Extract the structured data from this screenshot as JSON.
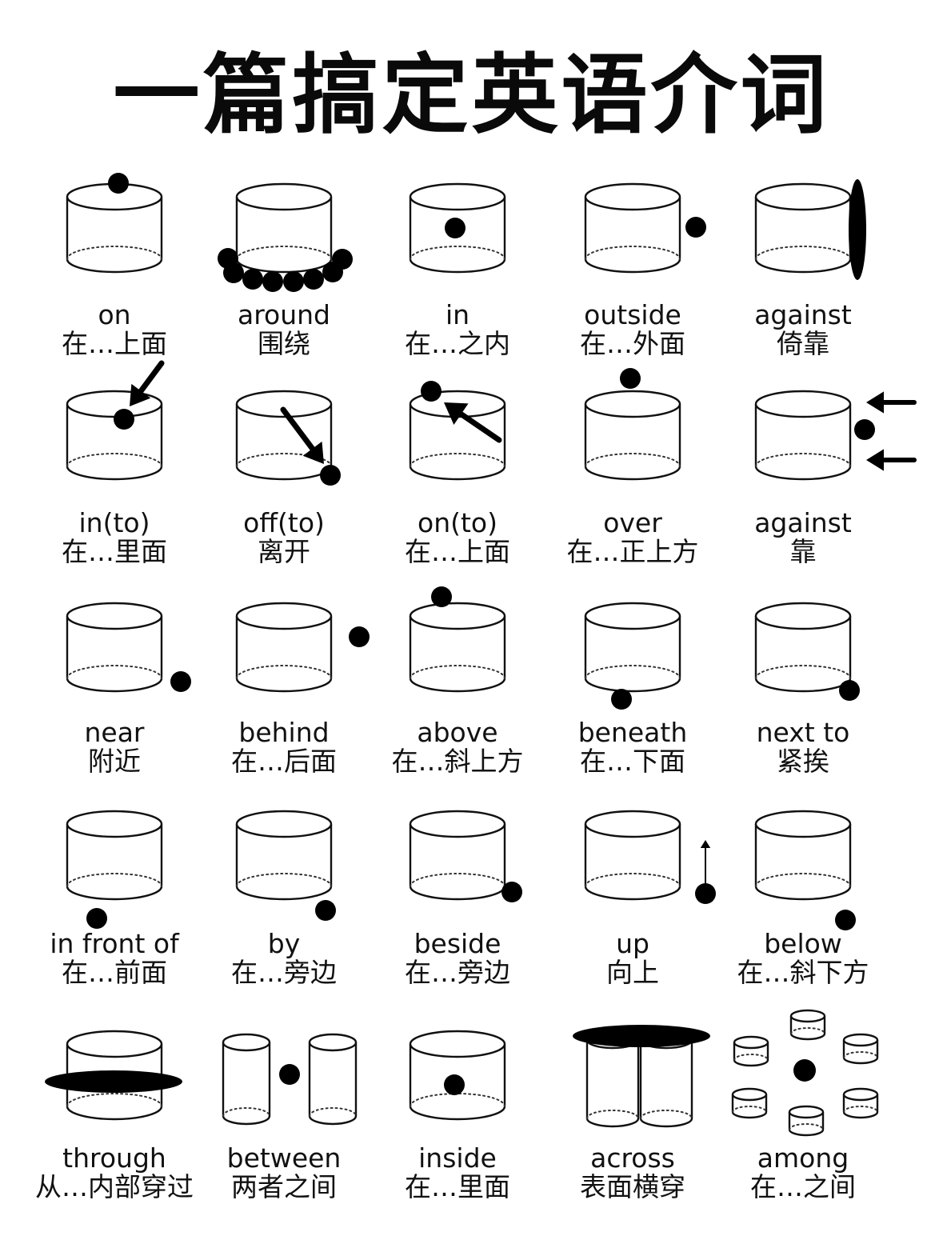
{
  "title": "一篇搞定英语介词",
  "items": [
    {
      "en": "on",
      "zh": "在…上面",
      "icon": "cylinder-dot-on-top-icon"
    },
    {
      "en": "around",
      "zh": "围绕",
      "icon": "cylinder-beads-around-icon"
    },
    {
      "en": "in",
      "zh": "在…之内",
      "icon": "cylinder-dot-inside-icon"
    },
    {
      "en": "outside",
      "zh": "在…外面",
      "icon": "cylinder-dot-outside-icon"
    },
    {
      "en": "against",
      "zh": "倚靠",
      "icon": "cylinder-leaning-board-icon"
    },
    {
      "en": "in(to)",
      "zh": "在…里面",
      "icon": "cylinder-arrow-into-icon"
    },
    {
      "en": "off(to)",
      "zh": "离开",
      "icon": "cylinder-arrow-off-icon"
    },
    {
      "en": "on(to)",
      "zh": "在…上面",
      "icon": "cylinder-arrow-onto-icon"
    },
    {
      "en": "over",
      "zh": "在…正上方",
      "icon": "cylinder-dot-over-icon"
    },
    {
      "en": "against",
      "zh": "靠",
      "icon": "cylinder-arrows-against-icon"
    },
    {
      "en": "near",
      "zh": "附近",
      "icon": "cylinder-dot-near-icon"
    },
    {
      "en": "behind",
      "zh": "在…后面",
      "icon": "cylinder-dot-behind-icon"
    },
    {
      "en": "above",
      "zh": "在…斜上方",
      "icon": "cylinder-dot-above-icon"
    },
    {
      "en": "beneath",
      "zh": "在…下面",
      "icon": "cylinder-dot-beneath-icon"
    },
    {
      "en": "next to",
      "zh": "紧挨",
      "icon": "cylinder-dot-next-to-icon"
    },
    {
      "en": "in front of",
      "zh": "在…前面",
      "icon": "cylinder-dot-front-icon"
    },
    {
      "en": "by",
      "zh": "在…旁边",
      "icon": "cylinder-dot-by-icon"
    },
    {
      "en": "beside",
      "zh": "在…旁边",
      "icon": "cylinder-dot-beside-icon"
    },
    {
      "en": "up",
      "zh": "向上",
      "icon": "cylinder-arrow-up-icon"
    },
    {
      "en": "below",
      "zh": "在…斜下方",
      "icon": "cylinder-dot-below-icon"
    },
    {
      "en": "through",
      "zh": "从…内部穿过",
      "icon": "cylinder-disc-through-icon"
    },
    {
      "en": "between",
      "zh": "两者之间",
      "icon": "cylinders-dot-between-icon"
    },
    {
      "en": "inside",
      "zh": "在…里面",
      "icon": "cylinder-dot-inside-center-icon"
    },
    {
      "en": "across",
      "zh": "表面横穿",
      "icon": "cylinders-disc-across-icon"
    },
    {
      "en": "among",
      "zh": "在…之间",
      "icon": "small-cylinders-dot-among-icon"
    }
  ]
}
